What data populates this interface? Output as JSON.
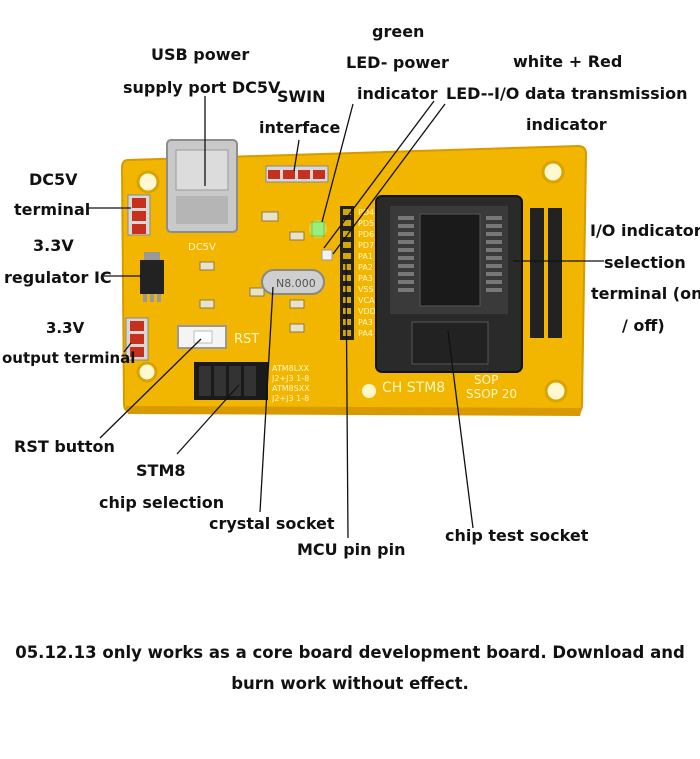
{
  "labels": {
    "usb_line1": "USB power",
    "usb_line2": "supply port DC5V",
    "swin_line1": "SWIN",
    "swin_line2": "interface",
    "green_line1": "green",
    "green_line2": "LED- power",
    "green_line3": "indicator",
    "white_line1": "white + Red",
    "white_line2": "LED--I/O data transmission",
    "white_line3": "indicator",
    "dc5v_line1": "DC5V",
    "dc5v_line2": "terminal",
    "reg_line1": "3.3V",
    "reg_line2": "regulator IC",
    "out_line1": "3.3V",
    "out_line2": "output terminal",
    "io_line1": "I/O indicator",
    "io_line2": "selection",
    "io_line3": "terminal (on",
    "io_line4": "/ off)",
    "rst_button": "RST button",
    "stm8_line1": "STM8",
    "stm8_line2": "chip selection",
    "crystal": "crystal socket",
    "mcu_pin": "MCU pin pin",
    "chip_socket": "chip test socket"
  },
  "board_silk": {
    "rst": "RST",
    "crystal_text": "N8.000",
    "bottom_text": "CH STM8",
    "sop": "SOP",
    "ssop": "SSOP 20",
    "pins_left": [
      "PD4",
      "PD5",
      "PD6",
      "PD7",
      "PA1",
      "PA2",
      "PA3",
      "VSS",
      "VCAP",
      "VDD",
      "PA3",
      "PA4"
    ],
    "dc5v": "DC5V",
    "sel1": "ATM8LXX",
    "sel2": "J2+J3 1-8",
    "sel3": "ATM8SXX",
    "sel4": "J2+J3 1-8"
  },
  "note": {
    "line1": "05.12.13 only works as a core board development board. Download and",
    "line2": "burn work without effect."
  },
  "colors": {
    "pcb": "#f2b500",
    "socket": "#2a2a2a",
    "header_red": "#c8301e",
    "jumper": "#1a1a1a"
  }
}
